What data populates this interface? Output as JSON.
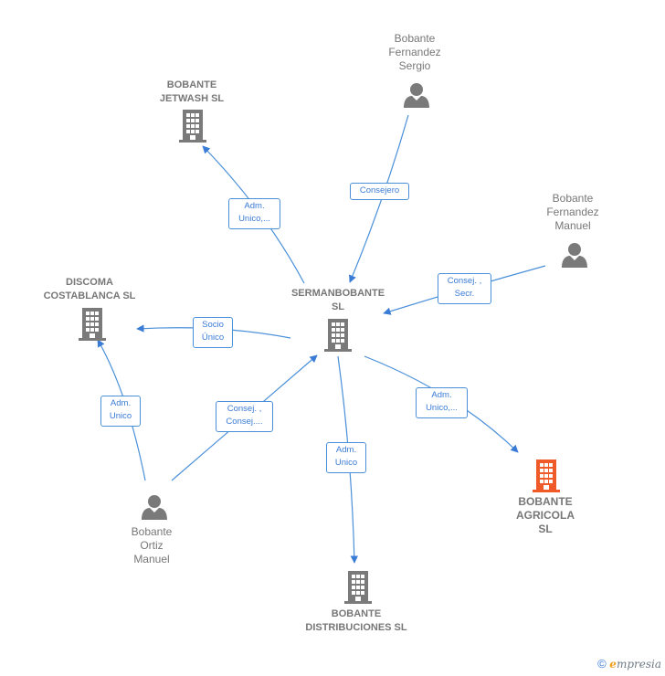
{
  "nodes": {
    "sermanbobante": "SERMANBOBANTE\nSL",
    "jetwash": "BOBANTE\nJETWASH  SL",
    "discoma": "DISCOMA\nCOSTABLANCA SL",
    "agricola": "BOBANTE\nAGRICOLA\nSL",
    "distribuciones": "BOBANTE\nDISTRIBUCIONES SL",
    "sergio": "Bobante\nFernandez\nSergio",
    "manuel_fernandez": "Bobante\nFernandez\nManuel",
    "manuel_ortiz": "Bobante\nOrtiz\nManuel"
  },
  "edges": {
    "consejero": "Consejero",
    "consej_secr": "Consej. ,\nSecr.",
    "adm_unico_jetwash": "Adm.\nUnico,...",
    "socio_unico": "Socio\nÚnico",
    "adm_unico_agricola": "Adm.\nUnico,...",
    "adm_unico_distribuciones": "Adm.\nUnico",
    "adm_unico_discoma": "Adm.\nUnico",
    "consej_consej": "Consej. ,\nConsej...."
  },
  "colors": {
    "edge": "#4a90d9",
    "icon": "#7a7a7a",
    "focus_icon": "#f05a28"
  },
  "footer": {
    "copyright": "©",
    "brand_e": "e",
    "brand_rest": "mpresia"
  }
}
